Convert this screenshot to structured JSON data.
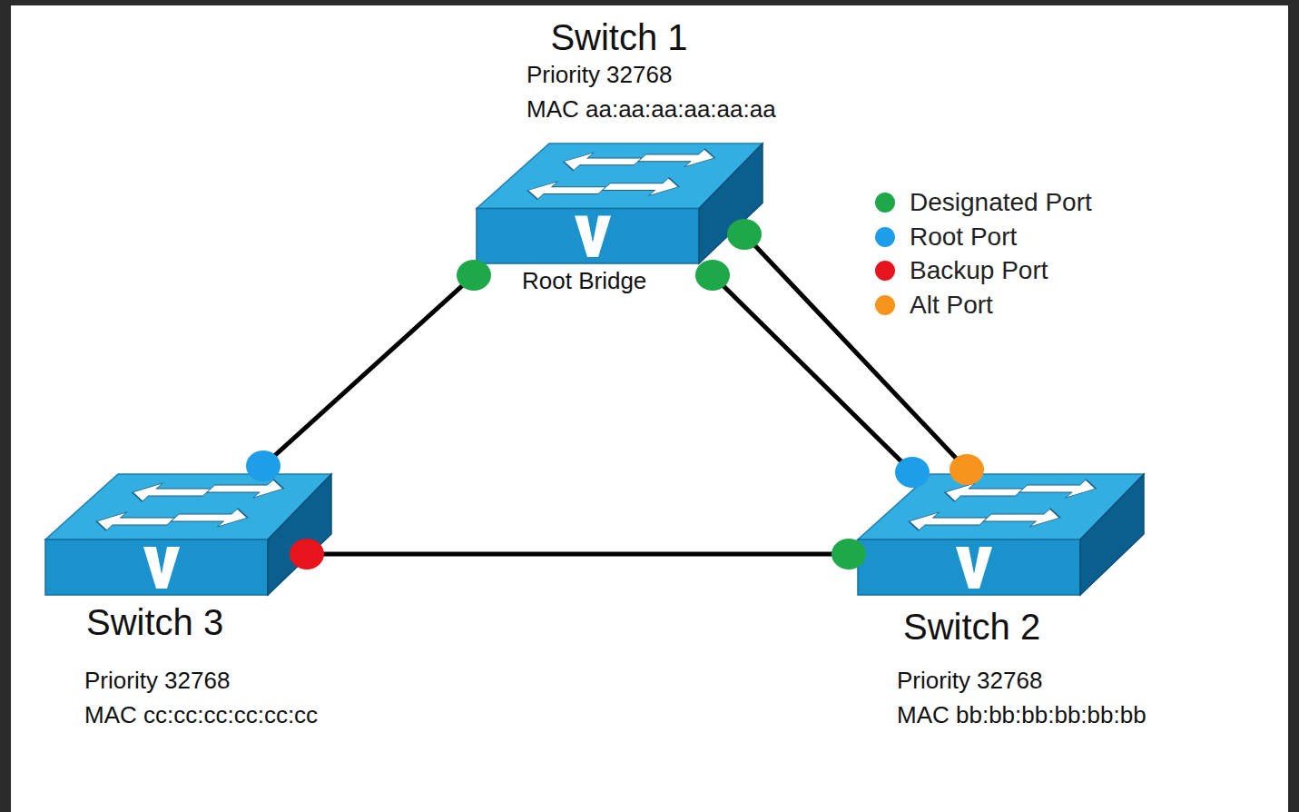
{
  "diagram": {
    "nodes": [
      {
        "text": [
          "Switch 1",
          "Priority 32768",
          "MAC aa:aa:aa:aa:aa:aa",
          "Root Bridge"
        ]
      },
      {
        "text": [
          "Switch 3",
          "Priority 32768",
          "MAC cc:cc:cc:cc:cc:cc"
        ]
      },
      {
        "text": [
          "Switch 2",
          "Priority 32768",
          "MAC bb:bb:bb:bb:bb:bb"
        ]
      }
    ],
    "edges": [
      {
        "from": 0,
        "to": 1,
        "arrow": "none"
      },
      {
        "from": 0,
        "to": 2,
        "arrow": "none"
      },
      {
        "from": 0,
        "to": 2,
        "arrow": "none"
      },
      {
        "from": 1,
        "to": 2,
        "arrow": "none"
      }
    ],
    "legend": [
      {
        "text": "Designated Port",
        "color": "#1fa84a"
      },
      {
        "text": "Root Port",
        "color": "#1e9ee8"
      },
      {
        "text": "Backup Port",
        "color": "#e8141c"
      },
      {
        "text": "Alt Port",
        "color": "#f7941d"
      }
    ]
  }
}
